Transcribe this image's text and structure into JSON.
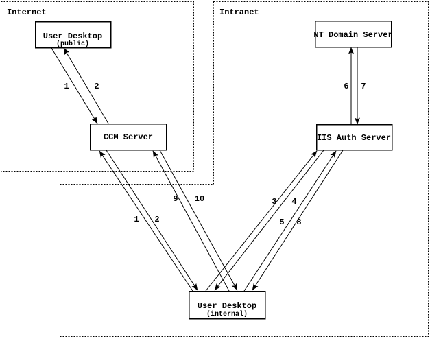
{
  "diagram": {
    "zones": {
      "internet": {
        "label": "Internet"
      },
      "intranet": {
        "label": "Intranet"
      }
    },
    "nodes": {
      "user_desktop_public": {
        "title": "User Desktop",
        "subtitle": "(public)",
        "zone": "internet"
      },
      "ccm_server": {
        "title": "CCM Server",
        "zone": "internet"
      },
      "nt_domain_server": {
        "title": "NT Domain Server",
        "zone": "intranet"
      },
      "iis_auth_server": {
        "title": "IIS Auth Server",
        "zone": "intranet"
      },
      "user_desktop_internal": {
        "title": "User Desktop",
        "subtitle": "(internal)",
        "zone": "intranet"
      }
    },
    "edges": [
      {
        "label": "1",
        "from": "user_desktop_public",
        "to": "ccm_server"
      },
      {
        "label": "2",
        "from": "ccm_server",
        "to": "user_desktop_public"
      },
      {
        "label": "1",
        "from": "user_desktop_internal",
        "to": "ccm_server"
      },
      {
        "label": "2",
        "from": "ccm_server",
        "to": "user_desktop_internal"
      },
      {
        "label": "9",
        "from": "user_desktop_internal",
        "to": "ccm_server"
      },
      {
        "label": "10",
        "from": "ccm_server",
        "to": "user_desktop_internal"
      },
      {
        "label": "3",
        "from": "user_desktop_internal",
        "to": "iis_auth_server"
      },
      {
        "label": "4",
        "from": "iis_auth_server",
        "to": "user_desktop_internal"
      },
      {
        "label": "5",
        "from": "user_desktop_internal",
        "to": "iis_auth_server"
      },
      {
        "label": "8",
        "from": "iis_auth_server",
        "to": "user_desktop_internal"
      },
      {
        "label": "6",
        "from": "iis_auth_server",
        "to": "nt_domain_server"
      },
      {
        "label": "7",
        "from": "nt_domain_server",
        "to": "iis_auth_server"
      }
    ],
    "colors": {
      "ink": "#000000",
      "background": "#ffffff"
    }
  }
}
